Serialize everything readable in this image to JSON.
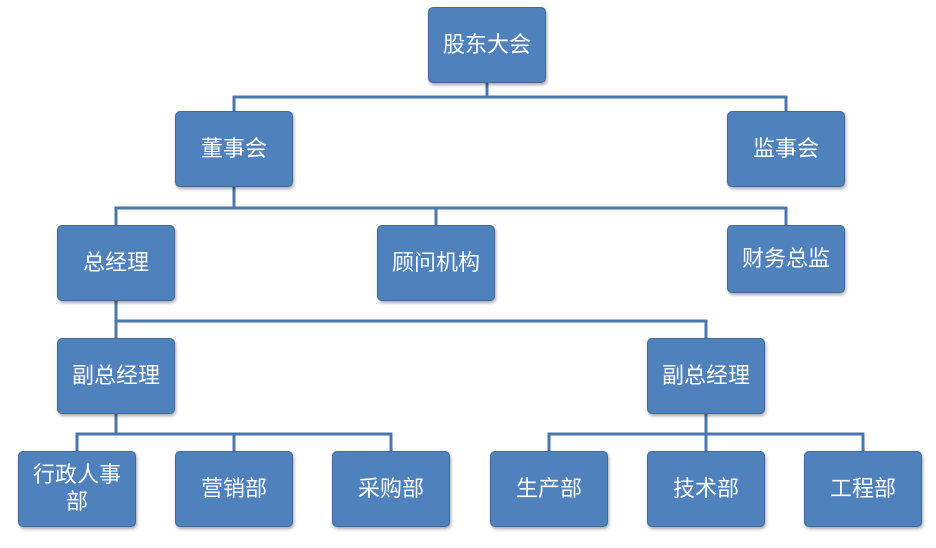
{
  "colors": {
    "node_fill": "#4f81bd",
    "node_border": "#41699b",
    "node_text": "#ffffff",
    "connector": "#4a77ae"
  },
  "org_chart": {
    "shareholders_meeting": "股东大会",
    "board_of_directors": "董事会",
    "supervisory_board": "监事会",
    "general_manager": "总经理",
    "advisory_body": "顾问机构",
    "finance_director": "财务总监",
    "deputy_gm_left": "副总经理",
    "deputy_gm_right": "副总经理",
    "admin_hr_dept": "行政人事部",
    "marketing_dept": "营销部",
    "purchasing_dept": "采购部",
    "production_dept": "生产部",
    "technology_dept": "技术部",
    "engineering_dept": "工程部"
  },
  "hierarchy": [
    {
      "parent": "shareholders_meeting",
      "children": [
        "board_of_directors",
        "supervisory_board"
      ]
    },
    {
      "parent": "board_of_directors",
      "children": [
        "general_manager",
        "advisory_body",
        "finance_director"
      ]
    },
    {
      "parent": "general_manager",
      "children": [
        "deputy_gm_left",
        "deputy_gm_right"
      ]
    },
    {
      "parent": "deputy_gm_left",
      "children": [
        "admin_hr_dept",
        "marketing_dept",
        "purchasing_dept"
      ]
    },
    {
      "parent": "deputy_gm_right",
      "children": [
        "production_dept",
        "technology_dept",
        "engineering_dept"
      ]
    }
  ]
}
